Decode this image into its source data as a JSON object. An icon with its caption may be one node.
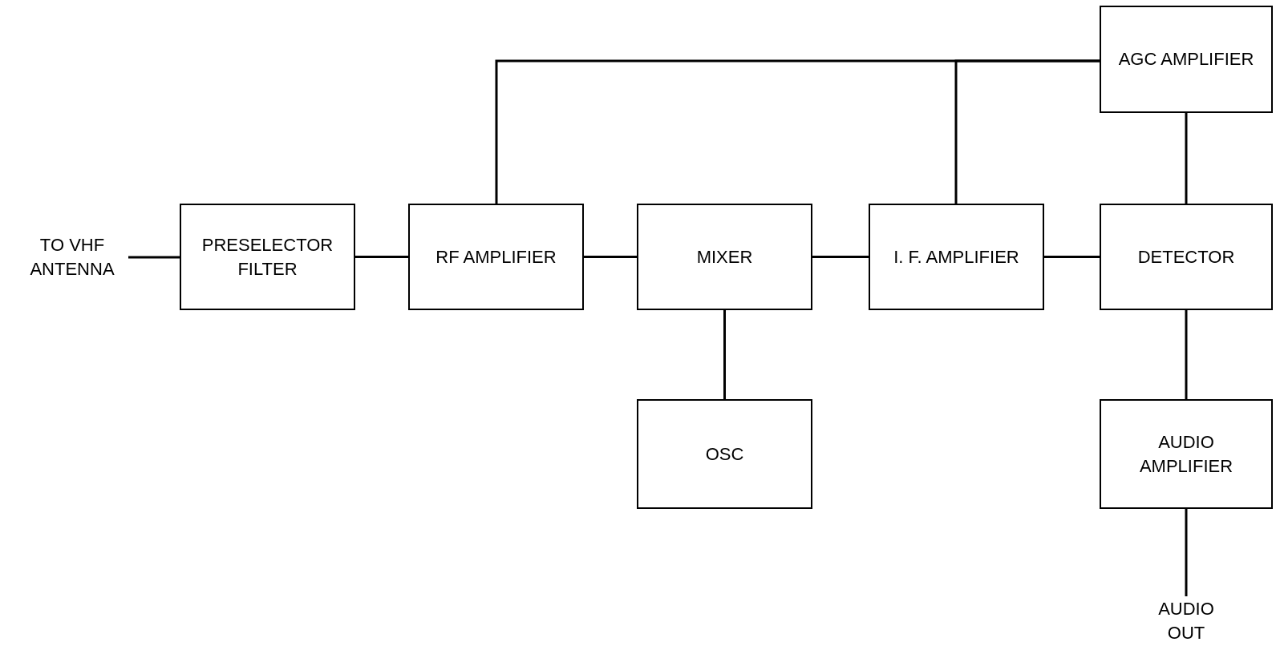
{
  "diagram": {
    "nodes": [
      {
        "text": [
          "AGC AMPLIFIER"
        ]
      },
      {
        "text": [
          "TO VHF ANTENNA"
        ]
      },
      {
        "text": [
          "PRESELECTOR FILTER"
        ]
      },
      {
        "text": [
          "RF AMPLIFIER"
        ]
      },
      {
        "text": [
          "MIXER"
        ]
      },
      {
        "text": [
          "I. F. AMPLIFIER"
        ]
      },
      {
        "text": [
          "DETECTOR"
        ]
      },
      {
        "text": [
          "OSC"
        ]
      },
      {
        "text": [
          "AUDIO AMPLIFIER"
        ]
      },
      {
        "text": [
          "AUDIO OUT"
        ]
      }
    ],
    "edges": [
      {
        "from": 1,
        "to": 2,
        "arrow": "none"
      },
      {
        "from": 2,
        "to": 3,
        "arrow": "none"
      },
      {
        "from": 3,
        "to": 4,
        "arrow": "none"
      },
      {
        "from": 4,
        "to": 5,
        "arrow": "none"
      },
      {
        "from": 5,
        "to": 6,
        "arrow": "none"
      },
      {
        "from": 4,
        "to": 7,
        "arrow": "none"
      },
      {
        "from": 0,
        "to": 6,
        "arrow": "none"
      },
      {
        "from": 0,
        "to": 3,
        "arrow": "none"
      },
      {
        "from": 0,
        "to": 5,
        "arrow": "none"
      },
      {
        "from": 6,
        "to": 8,
        "arrow": "none"
      },
      {
        "from": 8,
        "to": 9,
        "arrow": "none"
      }
    ]
  }
}
